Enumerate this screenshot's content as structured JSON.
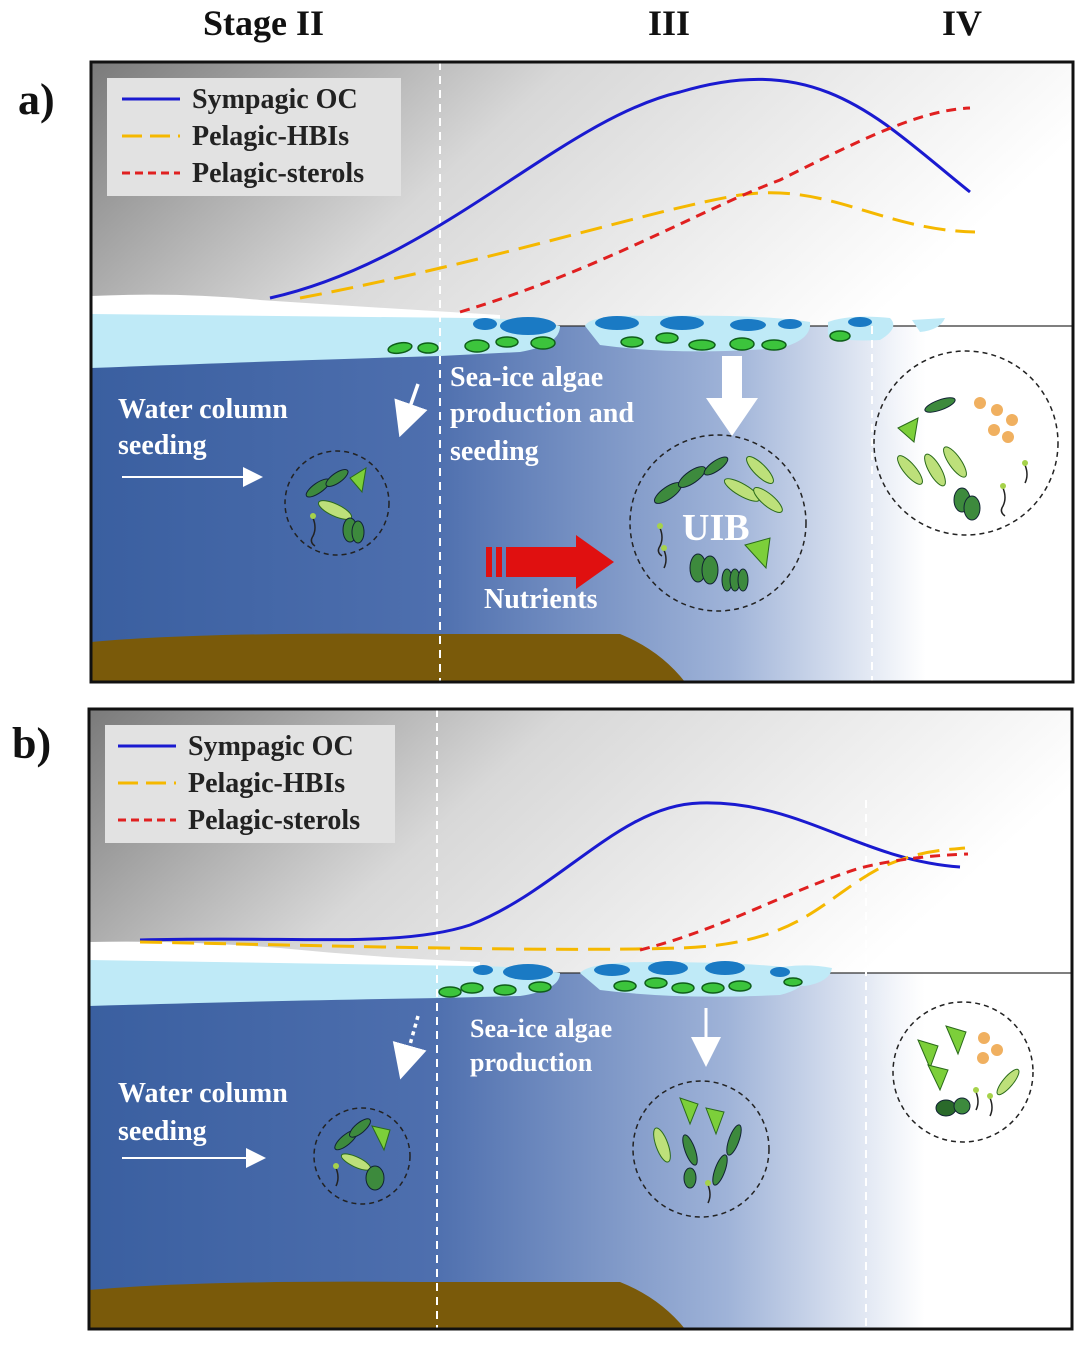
{
  "stages": [
    "Stage II",
    "III",
    "IV"
  ],
  "panels": [
    {
      "letter": "a)",
      "legend": [
        "Sympagic OC",
        "Pelagic-HBIs",
        "Pelagic-sterols"
      ],
      "annotations": {
        "seeding_line1": "Water column",
        "seeding_line2": "seeding",
        "algae_line1": "Sea-ice algae",
        "algae_line2": "production and",
        "algae_line3": "seeding",
        "uib": "UIB",
        "nutrients": "Nutrients"
      }
    },
    {
      "letter": "b)",
      "legend": [
        "Sympagic OC",
        "Pelagic-HBIs",
        "Pelagic-sterols"
      ],
      "annotations": {
        "seeding_line1": "Water column",
        "seeding_line2": "seeding",
        "algae_line1": "Sea-ice algae",
        "algae_line2": "production"
      }
    }
  ],
  "colors": {
    "sympagic_oc": "#1a1ad0",
    "pelagic_hbis": "#f5b800",
    "pelagic_sterols": "#e02020",
    "ocean_deep": "#3a5fa0",
    "sea_ice": "#bfeaf7",
    "sediment": "#7a5a0a",
    "nutrient_arrow": "#e01010"
  }
}
